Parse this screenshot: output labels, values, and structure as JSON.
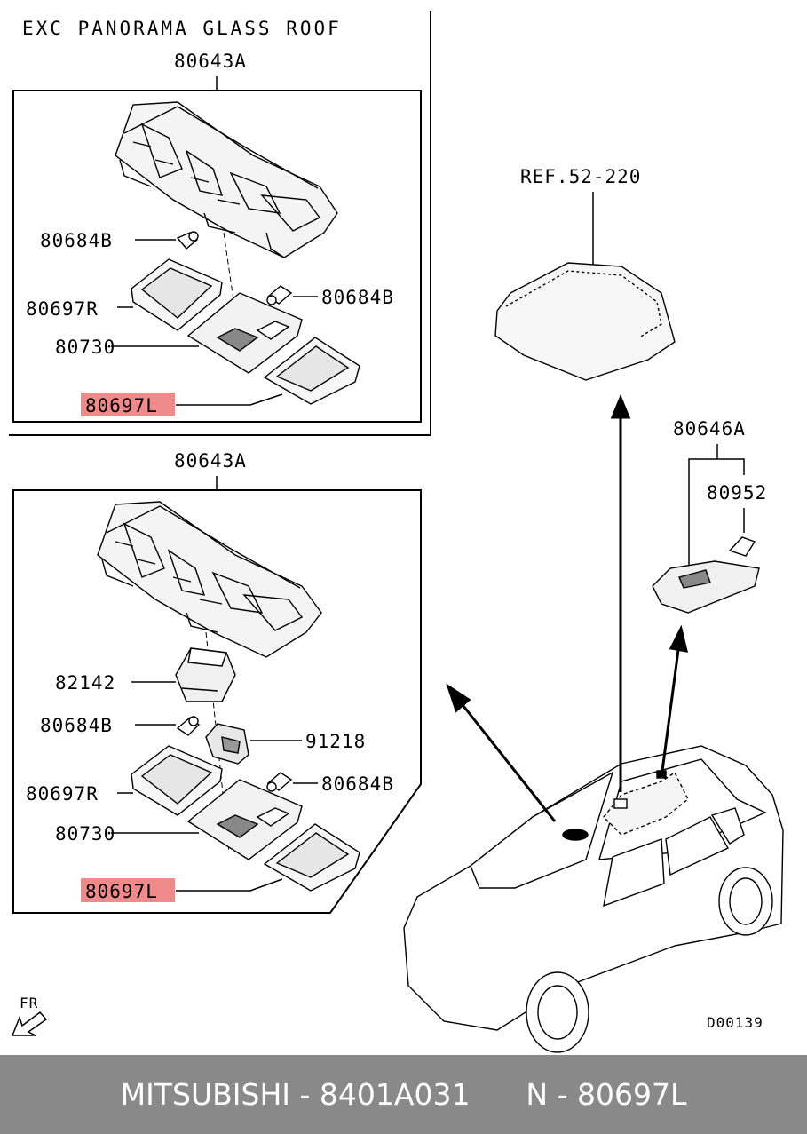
{
  "top_section": {
    "header": "EXC PANORAMA GLASS ROOF",
    "assembly": "80643A",
    "bulb_left": "80684B",
    "bulb_right": "80684B",
    "lens_right": "80697R",
    "housing": "80730",
    "lens_left_highlighted": "80697L"
  },
  "bottom_section": {
    "assembly": "80643A",
    "switch": "82142",
    "bulb_left": "80684B",
    "socket": "91218",
    "bulb_right": "80684B",
    "lens_right": "80697R",
    "housing": "80730",
    "lens_left_highlighted": "80697L"
  },
  "right_section": {
    "reference": "REF.52-220",
    "rear_lamp_assembly": "80646A",
    "rear_lamp_bulb": "80952",
    "direction_label": "FR",
    "diagram_code": "D00139"
  },
  "highlight_color": "#f08a8a",
  "footer": {
    "brand": "MITSUBISHI",
    "separator": " - ",
    "part_number": "8401A031",
    "spacer": "      ",
    "position_prefix": "N",
    "position": "80697L"
  }
}
